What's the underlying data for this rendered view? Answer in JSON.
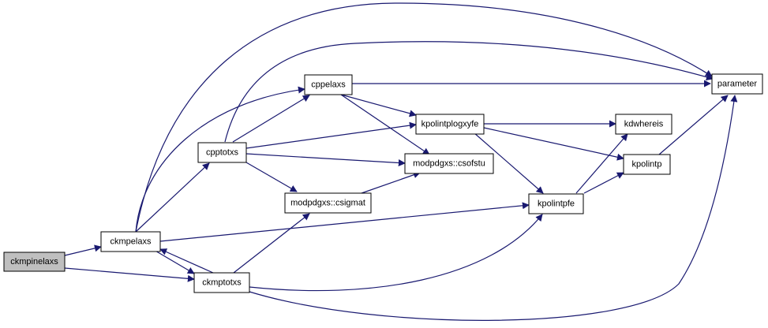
{
  "graph": {
    "edge_color": "#191970",
    "root_fill": "#bfbfbf",
    "nodes": {
      "ckmpinelaxs": "ckmpinelaxs",
      "ckmpelaxs": "ckmpelaxs",
      "ckmptotxs": "ckmptotxs",
      "cpptotxs": "cpptotxs",
      "cppelaxs": "cppelaxs",
      "csigmat": "modpdgxs::csigmat",
      "csofstu": "modpdgxs::csofstu",
      "kpolintplogxyfe": "kpolintplogxyfe",
      "kpolintpfe": "kpolintpfe",
      "kdwhereis": "kdwhereis",
      "kpolintp": "kpolintp",
      "parameter": "parameter"
    },
    "edges": [
      [
        "ckmpinelaxs",
        "ckmpelaxs"
      ],
      [
        "ckmpinelaxs",
        "ckmptotxs"
      ],
      [
        "ckmpelaxs",
        "cpptotxs"
      ],
      [
        "ckmpelaxs",
        "cppelaxs"
      ],
      [
        "ckmpelaxs",
        "parameter"
      ],
      [
        "ckmpelaxs",
        "kpolintpfe"
      ],
      [
        "ckmpelaxs",
        "ckmptotxs"
      ],
      [
        "ckmptotxs",
        "ckmpelaxs"
      ],
      [
        "ckmptotxs",
        "csigmat"
      ],
      [
        "ckmptotxs",
        "kpolintpfe"
      ],
      [
        "ckmptotxs",
        "parameter"
      ],
      [
        "cpptotxs",
        "cppelaxs"
      ],
      [
        "cpptotxs",
        "parameter"
      ],
      [
        "cpptotxs",
        "kpolintplogxyfe"
      ],
      [
        "cpptotxs",
        "csofstu"
      ],
      [
        "cpptotxs",
        "csigmat"
      ],
      [
        "cppelaxs",
        "parameter"
      ],
      [
        "cppelaxs",
        "kpolintplogxyfe"
      ],
      [
        "cppelaxs",
        "csofstu"
      ],
      [
        "csigmat",
        "csofstu"
      ],
      [
        "kpolintplogxyfe",
        "kdwhereis"
      ],
      [
        "kpolintplogxyfe",
        "kpolintp"
      ],
      [
        "kpolintplogxyfe",
        "kpolintpfe"
      ],
      [
        "kpolintpfe",
        "kdwhereis"
      ],
      [
        "kpolintpfe",
        "kpolintp"
      ],
      [
        "kpolintp",
        "parameter"
      ]
    ]
  }
}
